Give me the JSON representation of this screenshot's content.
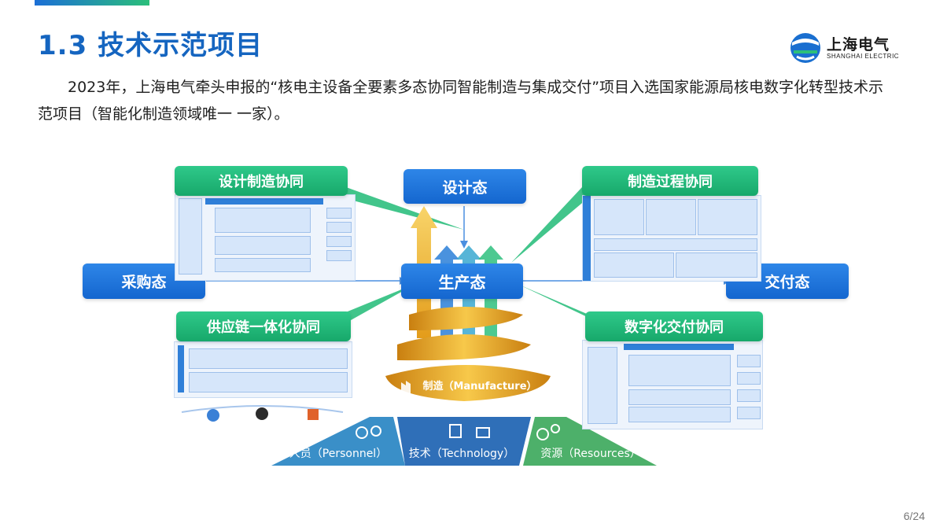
{
  "slide": {
    "title": "1.3 技术示范项目",
    "intro": "2023年，上海电气牵头申报的“核电主设备全要素多态协同智能制造与集成交付”项目入选国家能源局核电数字化转型技术示范项目（智能化制造领域唯一 一家）。",
    "page": "6/24"
  },
  "logo": {
    "cn": "上海电气",
    "en": "SHANGHAI ELECTRIC"
  },
  "colors": {
    "title": "#1565c0",
    "blue": "#1e78e0",
    "green": "#22b877",
    "gold": "#e9a521"
  },
  "diagram": {
    "design_state": "设计态",
    "production_state": "生产态",
    "procurement_state": "采购态",
    "delivery_state": "交付态",
    "design_mfg_collab": "设计制造协同",
    "mfg_process_collab": "制造过程协同",
    "supply_chain_collab": "供应链一体化协同",
    "digital_delivery_collab": "数字化交付协同",
    "manufacture": "制造（Manufacture）",
    "personnel": "人员（Personnel）",
    "technology": "技术（Technology）",
    "resources": "资源（Resources）"
  }
}
